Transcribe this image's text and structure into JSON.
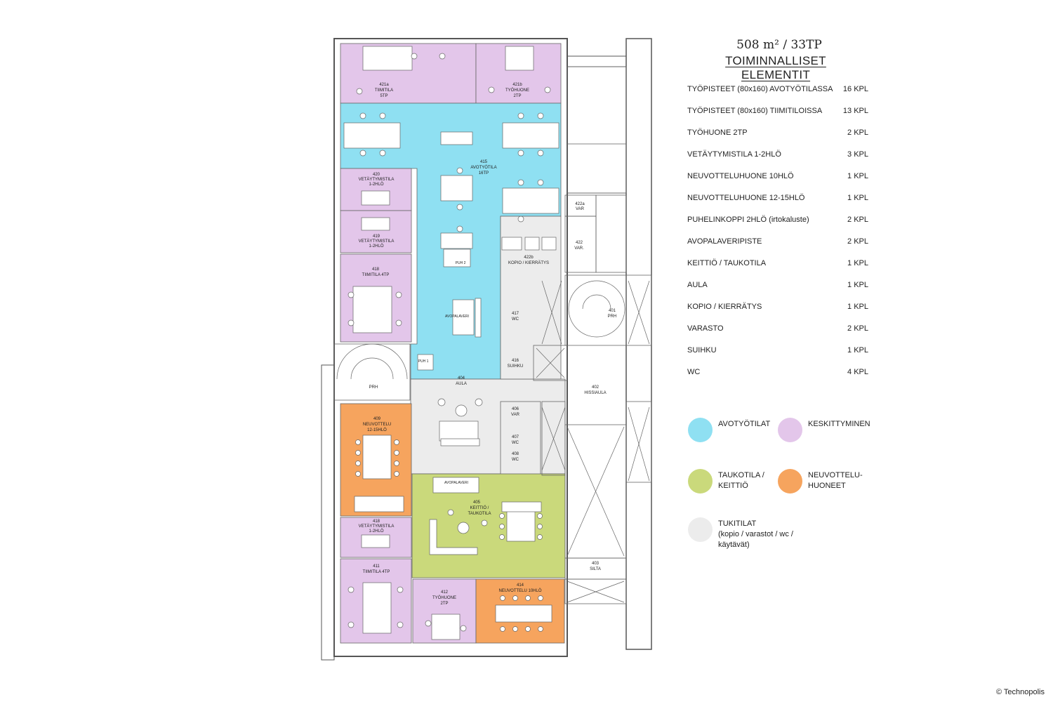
{
  "header": {
    "area": "508 m² / 33TP",
    "title": "TOIMINNALLISET ELEMENTIT"
  },
  "elements": [
    {
      "label": "TYÖPISTEET (80x160) AVOTYÖTILASSA",
      "count": "16 KPL"
    },
    {
      "label": "TYÖPISTEET (80x160) TIIMITILOISSA",
      "count": "13 KPL"
    },
    {
      "label": "TYÖHUONE 2TP",
      "count": "2 KPL"
    },
    {
      "label": "VETÄYTYMISTILA 1-2HLÖ",
      "count": "3 KPL"
    },
    {
      "label": "NEUVOTTELUHUONE 10HLÖ",
      "count": "1 KPL"
    },
    {
      "label": "NEUVOTTELUHUONE 12-15HLÖ",
      "count": "1 KPL"
    },
    {
      "label": "PUHELINKOPPI 2HLÖ (irtokaluste)",
      "count": "2 KPL"
    },
    {
      "label": "AVOPALAVERIPISTE",
      "count": "2 KPL"
    },
    {
      "label": "KEITTIÖ / TAUKOTILA",
      "count": "1 KPL"
    },
    {
      "label": "AULA",
      "count": "1 KPL"
    },
    {
      "label": "KOPIO / KIERRÄTYS",
      "count": "1 KPL"
    },
    {
      "label": "VARASTO",
      "count": "2 KPL"
    },
    {
      "label": "SUIHKU",
      "count": "1 KPL"
    },
    {
      "label": "WC",
      "count": "4 KPL"
    }
  ],
  "legend": [
    {
      "label": "AVOTYÖTILAT",
      "color": "#8fe0f2"
    },
    {
      "label": "KESKITTYMINEN",
      "color": "#e3c6ea"
    },
    {
      "label": "TAUKOTILA /\nKEITTIÖ",
      "color": "#cad97b"
    },
    {
      "label": "NEUVOTTELU-\nHUONEET",
      "color": "#f6a45e"
    },
    {
      "label": "TUKITILAT\n(kopio / varastot / wc /\nkäytävät)",
      "color": "#ececec"
    }
  ],
  "rooms": {
    "r421a": {
      "num": "421a",
      "name": "TIIMITILA",
      "cap": "5TP"
    },
    "r421b": {
      "num": "421b",
      "name": "TYÖHUONE",
      "cap": "2TP"
    },
    "r415": {
      "num": "415",
      "name": "AVOTYÖTILA",
      "cap": "16TP"
    },
    "r420": {
      "num": "420",
      "name": "VETÄYTYMISTILA",
      "cap": "1-2HLÖ"
    },
    "r419": {
      "num": "419",
      "name": "VETÄYTYMISTILA",
      "cap": "1-2HLÖ"
    },
    "r418a": {
      "num": "418",
      "name": "TIIMITILA 4TP"
    },
    "r422a": {
      "num": "422a",
      "name": "VAR"
    },
    "r422": {
      "num": "422",
      "name": "VAR."
    },
    "r422b": {
      "num": "422b",
      "name": "KOPIO / KIERRÄTYS"
    },
    "r417": {
      "num": "417",
      "name": "WC"
    },
    "r416": {
      "num": "416",
      "name": "SUIHKU"
    },
    "r401": {
      "num": "401",
      "name": "PRH"
    },
    "prh": {
      "name": "PRH"
    },
    "r404": {
      "num": "404",
      "name": "AULA"
    },
    "r402": {
      "num": "402",
      "name": "HISSIAULA"
    },
    "r406": {
      "num": "406",
      "name": "VAR"
    },
    "r407": {
      "num": "407",
      "name": "WC"
    },
    "r408": {
      "num": "408",
      "name": "WC"
    },
    "r409": {
      "num": "409",
      "name": "NEUVOTTELU",
      "cap": "12-15HLÖ"
    },
    "r405": {
      "num": "405",
      "name": "KEITTIÖ /",
      "cap": "TAUKOTILA"
    },
    "r418b": {
      "num": "418",
      "name": "VETÄYTYMISTILA",
      "cap": "1-2HLÖ"
    },
    "r403": {
      "num": "403",
      "name": "SILTA"
    },
    "r411": {
      "num": "411",
      "name": "TIIMITILA 4TP"
    },
    "r412": {
      "num": "412",
      "name": "TYÖHUONE",
      "cap": "2TP"
    },
    "r414": {
      "num": "414",
      "name": "NEUVOTTELU 10HLÖ"
    },
    "puh2": {
      "name": "PUH 2"
    },
    "puh1": {
      "name": "PUH 1"
    },
    "avopalaveri1": {
      "name": "AVOPALAVERI"
    },
    "avopalaveri2": {
      "name": "AVOPALAVERI"
    }
  },
  "copyright": "© Technopolis"
}
